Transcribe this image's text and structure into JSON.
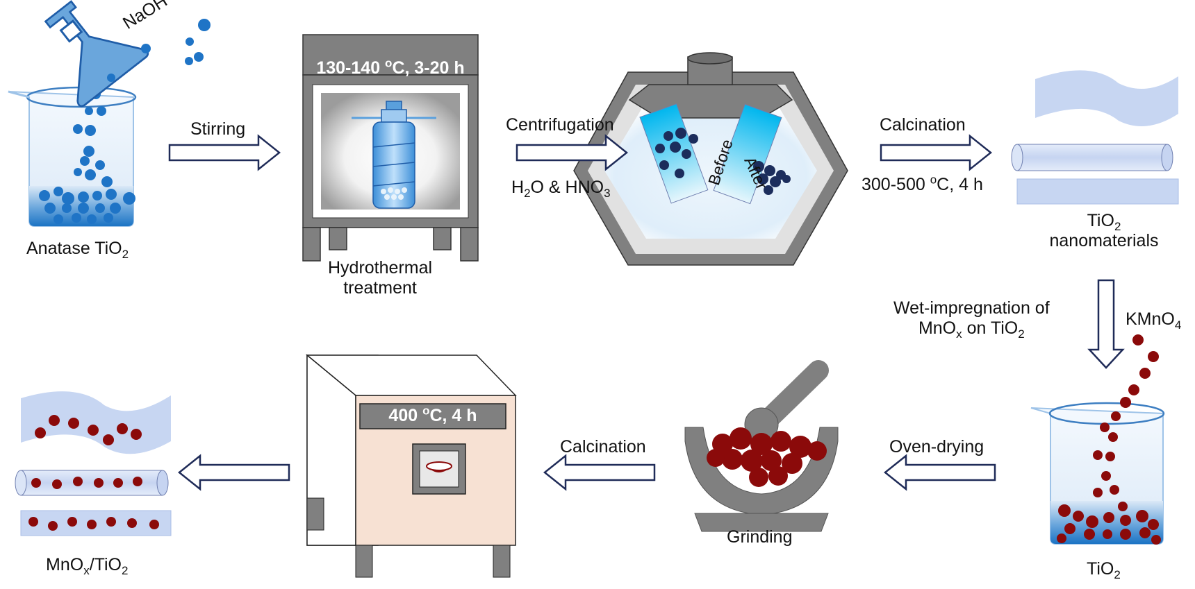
{
  "reagents": {
    "naoh": "NaOH",
    "kmno4_main": "KMnO",
    "kmno4_sub": "4"
  },
  "step1": {
    "label_main": "Anatase TiO",
    "label_sub": "2"
  },
  "arrows": {
    "stirring": "Stirring",
    "centrifugation": "Centrifugation",
    "washing": {
      "p1": "H",
      "s1": "2",
      "p2": "O & HNO",
      "s2": "3"
    },
    "calcination1": "Calcination",
    "calcination1_cond": {
      "p1": "300-500 ",
      "sup": "o",
      "p2": "C, 4 h"
    },
    "wet_impregnation": {
      "line1": "Wet-impregnation of",
      "p1": "MnO",
      "s1": "x",
      "p2": " on TiO",
      "s2": "2"
    },
    "oven_drying": "Oven-drying",
    "calcination2": "Calcination"
  },
  "hydrothermal": {
    "cond": {
      "p1": "130-140 ",
      "sup": "o",
      "p2": "C, 3-20 h"
    },
    "line1": "Hydrothermal",
    "line2": "treatment"
  },
  "centrifuge": {
    "tube_before": "Before",
    "tube_after": "After"
  },
  "nanomaterials": {
    "p1": "TiO",
    "s1": "2",
    "line2": "nanomaterials"
  },
  "impregnated": {
    "p1": "TiO",
    "s1": "2"
  },
  "grinding": "Grinding",
  "oven": {
    "cond": {
      "p1": "400 ",
      "sup": "o",
      "p2": "C, 4 h"
    }
  },
  "product": {
    "p1": "MnO",
    "s1": "x",
    "p2": "/TiO",
    "s2": "2"
  },
  "colors": {
    "liquid_blue": "#1b73c4",
    "particle_blue": "#1f74c6",
    "particle_navy": "#1c2d5c",
    "particle_red": "#8b0a0a",
    "grey": "#808080",
    "arrow_stroke": "#1f2b58",
    "oven_panel": "#f7e1d3",
    "sheet_blue": "#c7d6f2"
  }
}
